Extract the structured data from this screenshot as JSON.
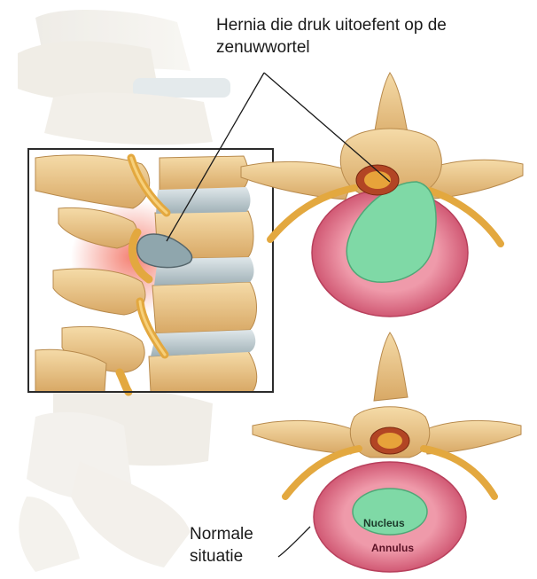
{
  "labels": {
    "herniation_callout": "Hernia die druk uitoefent op de zenuwwortel",
    "normal_callout": "Normale situatie",
    "nucleus": "Nucleus",
    "annulus": "Annulus"
  },
  "colors": {
    "bone": "#eec98d",
    "bone_shadow": "#c99d5c",
    "disc_annulus": "#e0607a",
    "disc_nucleus": "#7fd9a6",
    "nerve": "#e0a23a",
    "inflammation": "#f26b5b",
    "intervertebral_disc": "#b9c7cc"
  }
}
